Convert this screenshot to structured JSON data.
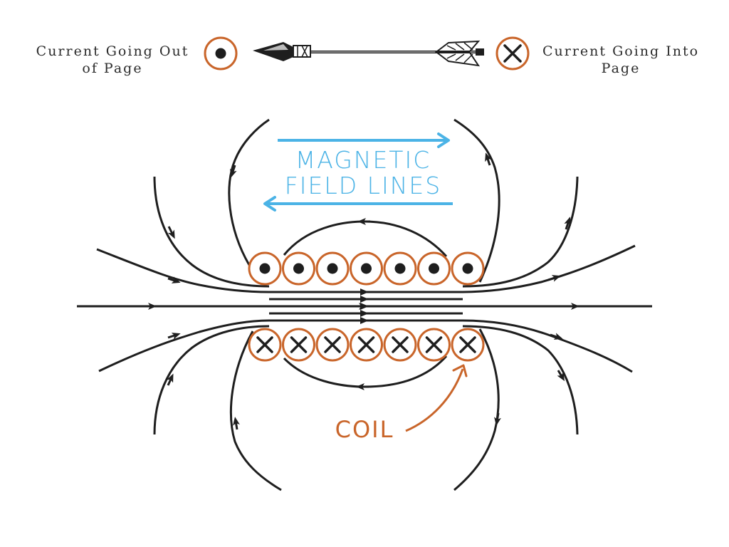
{
  "legend": {
    "out_of_page": {
      "line1": "Current Going Out",
      "line2": "of Page",
      "symbol": "dot-in-circle"
    },
    "into_page": {
      "line1": "Current Going Into",
      "line2": "Page",
      "symbol": "cross-in-circle"
    },
    "arrow_icon": "arrow-icon"
  },
  "labels": {
    "field_line1": "MAGNETIC",
    "field_line2": "FIELD LINES",
    "coil": "COIL"
  },
  "coil": {
    "turns_per_row": 7,
    "top_row_current": "out-of-page",
    "bottom_row_current": "into-page"
  },
  "colors": {
    "coil": "#c9652a",
    "field_label": "#4bb3e6",
    "lines": "#1e1e1e",
    "text": "#2b2b2b"
  }
}
